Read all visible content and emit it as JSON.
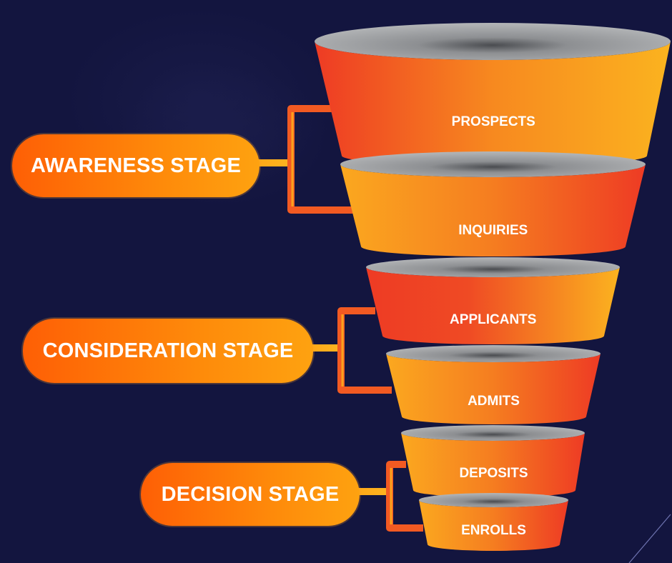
{
  "title": "Enrollment Funnel",
  "colors": {
    "background": "#13153f",
    "orange_red": "#ee3b24",
    "orange": "#f7891f",
    "yellow": "#fbb31f",
    "rim_gray": "#a9abae",
    "label_text": "#ffffff"
  },
  "stages": [
    {
      "label": "AWARENESS STAGE",
      "segments": [
        "PROSPECTS",
        "INQUIRIES"
      ]
    },
    {
      "label": "CONSIDERATION STAGE",
      "segments": [
        "APPLICANTS",
        "ADMITS"
      ]
    },
    {
      "label": "DECISION STAGE",
      "segments": [
        "DEPOSITS",
        "ENROLLS"
      ]
    }
  ],
  "funnel": {
    "segments": [
      {
        "label": "PROSPECTS",
        "gradient": "red-to-yellow"
      },
      {
        "label": "INQUIRIES",
        "gradient": "yellow-to-red"
      },
      {
        "label": "APPLICANTS",
        "gradient": "red-to-yellow"
      },
      {
        "label": "ADMITS",
        "gradient": "yellow-to-red"
      },
      {
        "label": "DEPOSITS",
        "gradient": "yellow-to-red"
      },
      {
        "label": "ENROLLS",
        "gradient": "yellow-to-red"
      }
    ]
  }
}
